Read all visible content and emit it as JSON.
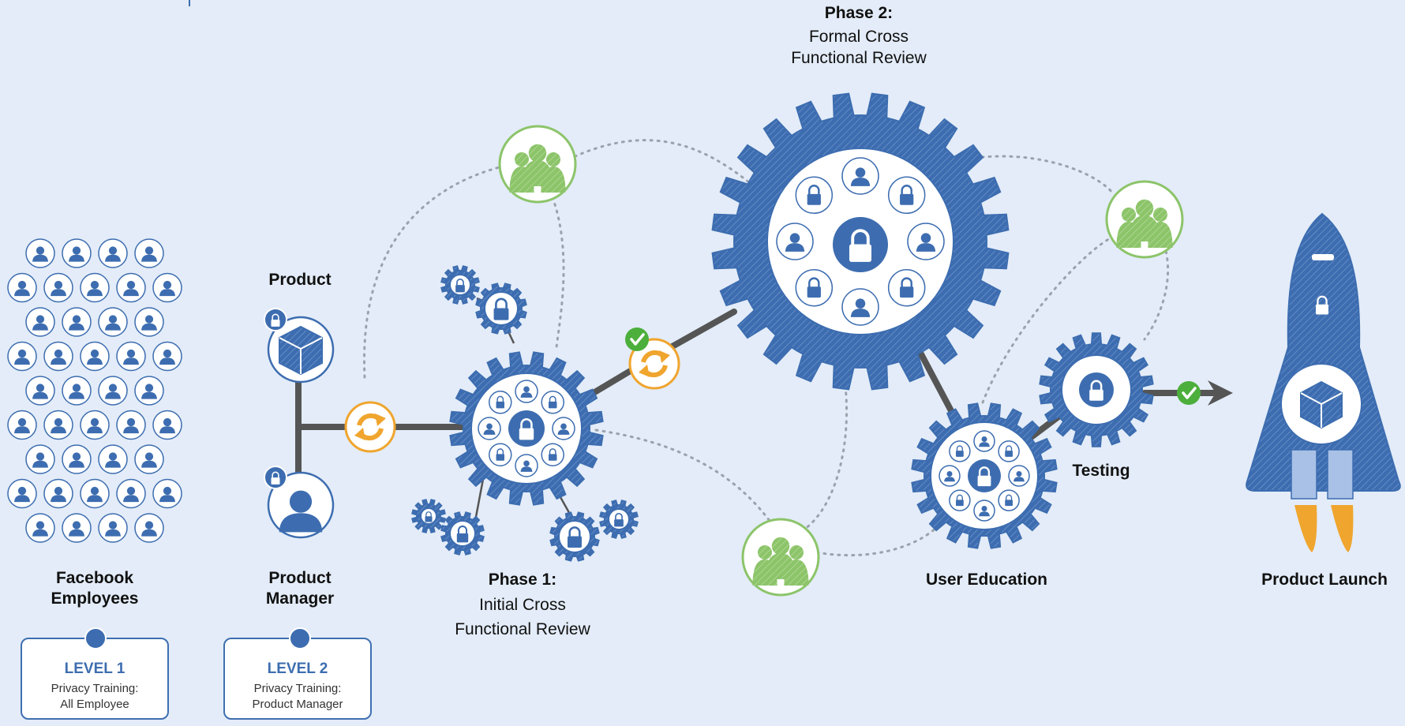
{
  "colors": {
    "background": "#e3ecf8",
    "primary_blue": "#3d6db0",
    "green": "#8cc46a",
    "orange": "#f0a52e",
    "connector": "#555555",
    "check_green": "#4caf3c"
  },
  "labels": {
    "employees": {
      "line1": "Facebook",
      "line2": "Employees"
    },
    "product": "Product",
    "product_manager": {
      "line1": "Product",
      "line2": "Manager"
    },
    "phase1": {
      "title": "Phase 1:",
      "line1": "Initial Cross",
      "line2": "Functional Review"
    },
    "phase2": {
      "title": "Phase 2:",
      "line1": "Formal Cross",
      "line2": "Functional Review"
    },
    "user_education": "User Education",
    "testing": "Testing",
    "product_launch": "Product Launch"
  },
  "levels": [
    {
      "title": "LEVEL 1",
      "line1": "Privacy Training:",
      "line2": "All Employee"
    },
    {
      "title": "LEVEL 2",
      "line1": "Privacy Training:",
      "line2": "Product Manager"
    }
  ],
  "icons": {
    "person": "person-icon",
    "lock": "lock-icon",
    "box": "facebook-box-icon",
    "sync": "sync-icon",
    "check": "check-icon",
    "group": "group-icon",
    "rocket": "rocket-icon",
    "arrow": "arrow-right-icon"
  }
}
